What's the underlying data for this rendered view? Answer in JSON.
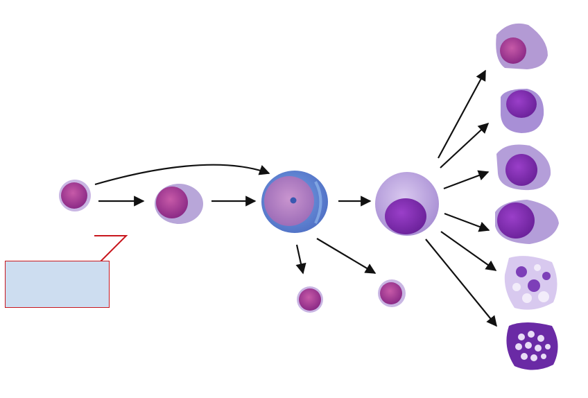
{
  "diagram": {
    "colors": {
      "arrow": "#111111",
      "label_box_fill": "#cdddf0",
      "label_box_border": "#c8161d",
      "nucleus_magenta": "#9b2f8f",
      "cytoplasm_lilac": "#b9a5dc",
      "cytoplasm_blue": "#6f8fd6",
      "nucleus_purple": "#7a2db3"
    },
    "label_box": {
      "text": ""
    },
    "cells": [
      {
        "id": "stem-cell",
        "kind": "small-lymphoid"
      },
      {
        "id": "lymphoid-progenitor",
        "kind": "lymphoblast"
      },
      {
        "id": "large-blast",
        "kind": "blast-basophilic"
      },
      {
        "id": "monocytoid-precursor",
        "kind": "large-granular"
      },
      {
        "id": "small-cell-a",
        "kind": "small-lymphoid"
      },
      {
        "id": "small-cell-b",
        "kind": "small-lymphoid"
      },
      {
        "id": "terminal-1",
        "kind": "macrophage-like"
      },
      {
        "id": "terminal-2",
        "kind": "monocyte-like"
      },
      {
        "id": "terminal-3",
        "kind": "monocyte-like"
      },
      {
        "id": "terminal-4",
        "kind": "dendritic-like"
      },
      {
        "id": "terminal-5",
        "kind": "foamy-vacuolated"
      },
      {
        "id": "terminal-6",
        "kind": "vacuolated-purple"
      }
    ]
  }
}
